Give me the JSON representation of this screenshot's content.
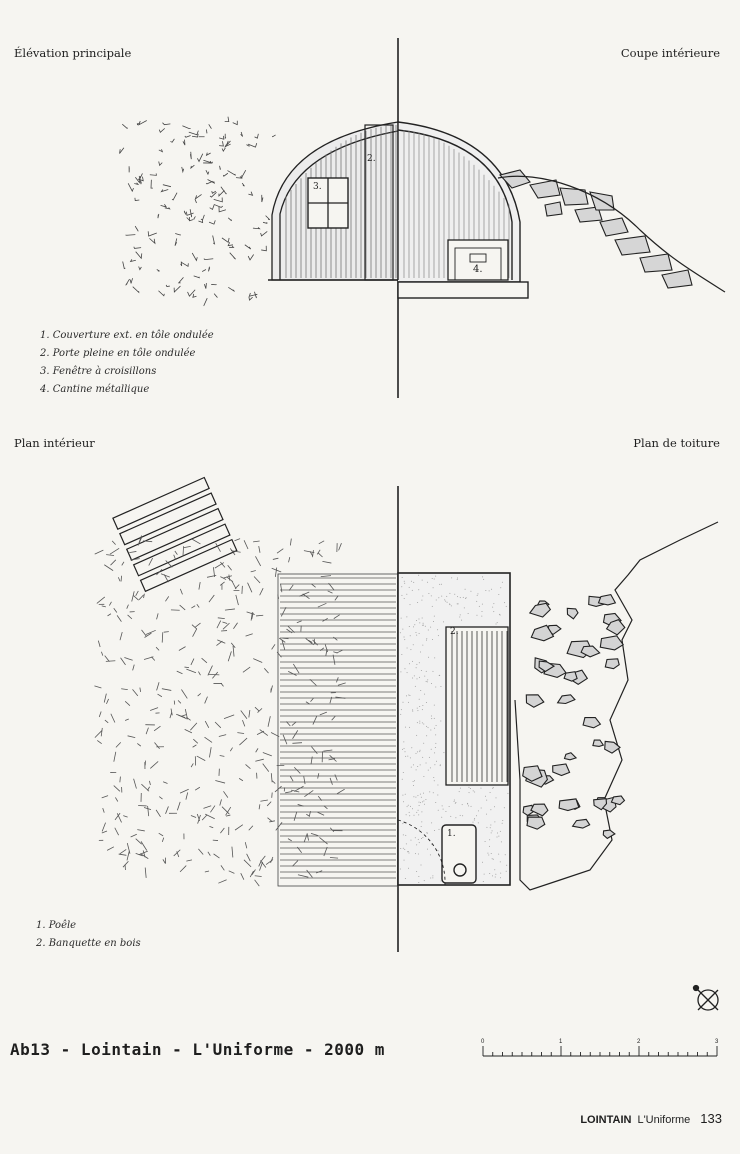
{
  "views": {
    "elevation": "Élévation principale",
    "section": "Coupe intérieure",
    "interior_plan": "Plan intérieur",
    "roof_plan": "Plan de toiture"
  },
  "legend_top": [
    "1. Couverture ext. en tôle ondulée",
    "2. Porte pleine en tôle ondulée",
    "3. Fenêtre à croisillons",
    "4. Cantine métallique"
  ],
  "legend_bottom": [
    "1. Poêle",
    "2. Banquette en bois"
  ],
  "drawing_marks": {
    "elev_window": "3.",
    "elev_door": "2.",
    "section_trunk": "4.",
    "plan_stove": "1.",
    "plan_bench": "2."
  },
  "title": "Ab13 - Lointain - L'Uniforme - 2000 m",
  "scale": {
    "ticks": [
      "0",
      "1",
      "2",
      "3"
    ]
  },
  "footer": {
    "section": "LOINTAIN",
    "chapter": "L'Uniforme",
    "page": "133"
  }
}
